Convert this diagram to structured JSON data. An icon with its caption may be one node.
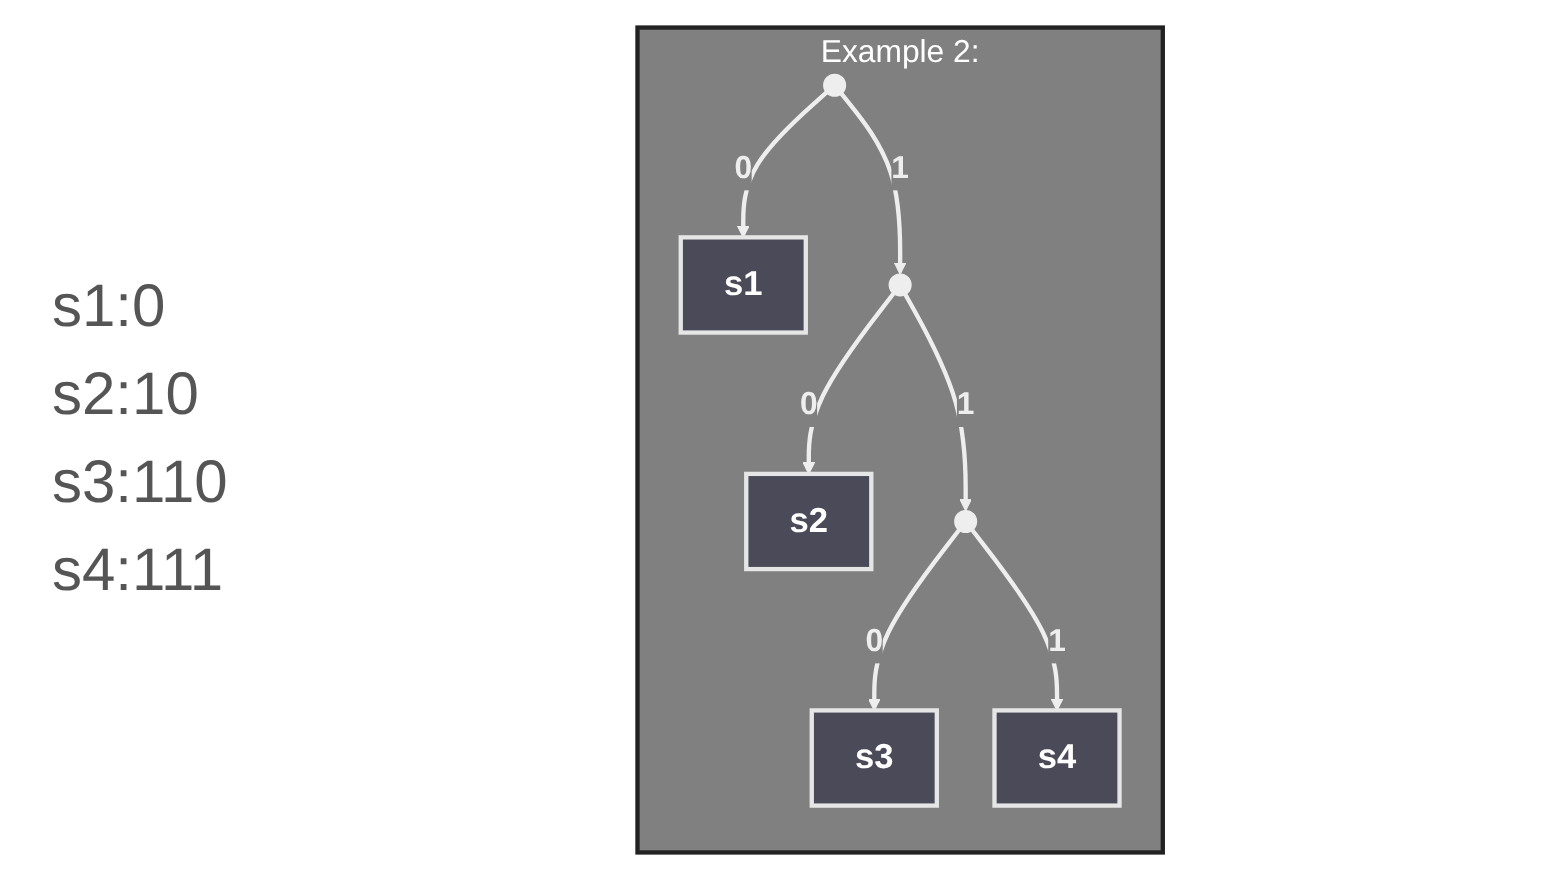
{
  "diagram": {
    "nodes": [
      {
        "text": [
          "Example 2:"
        ]
      },
      {
        "text": [],
        "shape": "circle",
        "in": 0
      },
      {
        "text": [
          "s1"
        ],
        "in": 0
      },
      {
        "text": [],
        "shape": "circle",
        "in": 0
      },
      {
        "text": [
          "s2"
        ],
        "in": 0
      },
      {
        "text": [],
        "shape": "circle",
        "in": 0
      },
      {
        "text": [
          "s3"
        ],
        "in": 0
      },
      {
        "text": [
          "s4"
        ],
        "in": 0
      }
    ],
    "edges": [
      {
        "from": 1,
        "to": 2,
        "arrow": "to",
        "label": "0"
      },
      {
        "from": 1,
        "to": 3,
        "arrow": "to",
        "label": "1"
      },
      {
        "from": 3,
        "to": 4,
        "arrow": "to",
        "label": "0"
      },
      {
        "from": 3,
        "to": 5,
        "arrow": "to",
        "label": "1"
      },
      {
        "from": 5,
        "to": 6,
        "arrow": "to",
        "label": "0"
      },
      {
        "from": 5,
        "to": 7,
        "arrow": "to",
        "label": "1"
      }
    ],
    "labels": [
      "s1:0",
      "s2:10",
      "s3:110",
      "s4:111"
    ]
  }
}
